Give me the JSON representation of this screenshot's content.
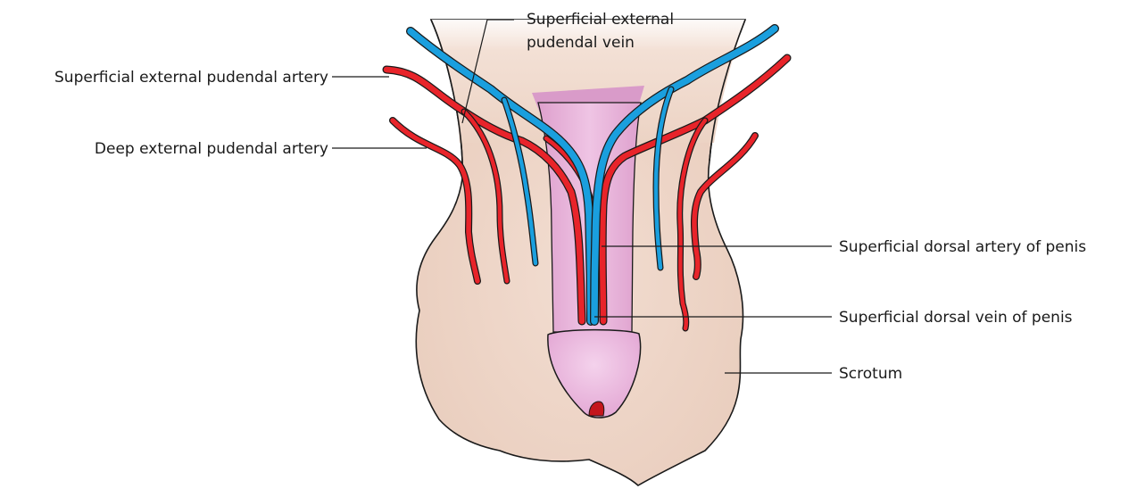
{
  "labels": {
    "sep_vein": [
      "Superficial external",
      "pudendal vein"
    ],
    "sep_artery": "Superficial external pudendal artery",
    "dep_artery": "Deep external pudendal artery",
    "sd_artery": "Superficial dorsal artery of penis",
    "sd_vein": "Superficial dorsal vein of penis",
    "scrotum": "Scrotum"
  },
  "colors": {
    "skin": "#ecd3c4",
    "skin_light": "#f6e6dc",
    "shaft": "#e7b1d8",
    "glans": "#eab9dd",
    "artery": "#e8242a",
    "vein": "#1a9fde",
    "outline": "#1a1a1a"
  }
}
